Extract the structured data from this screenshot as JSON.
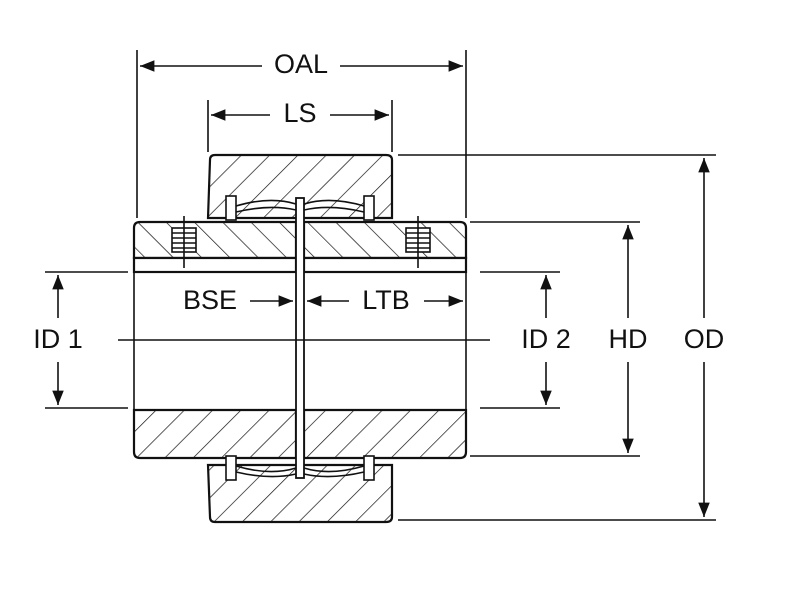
{
  "labels": {
    "oal": "OAL",
    "ls": "LS",
    "bse": "BSE",
    "ltb": "LTB",
    "id1": "ID 1",
    "id2": "ID 2",
    "hd": "HD",
    "od": "OD"
  },
  "colors": {
    "stroke": "#111111",
    "hatch_fill": "#ffffff",
    "background": "#ffffff"
  }
}
